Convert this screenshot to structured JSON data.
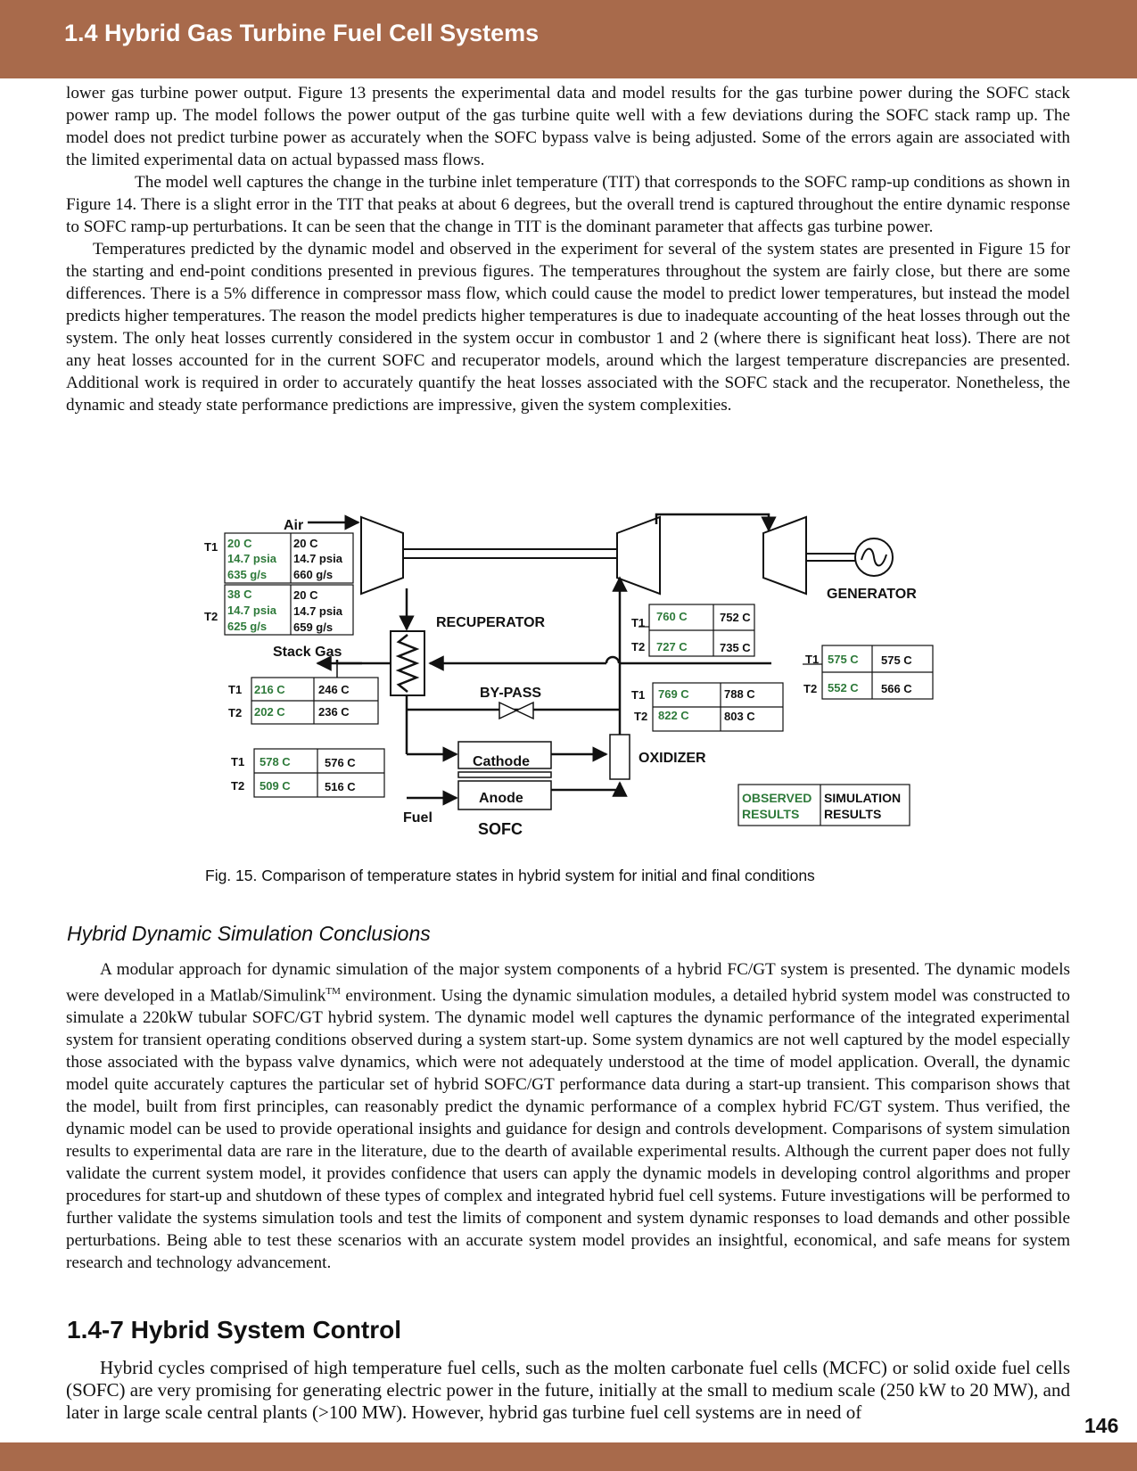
{
  "header": {
    "title": "1.4 Hybrid Gas Turbine Fuel Cell Systems"
  },
  "paragraphs_top": [
    "lower gas turbine power output.  Figure 13 presents the experimental data and model results for the gas turbine power during the SOFC stack power ramp up.  The model follows the power output of the gas turbine quite well with a few deviations during the SOFC stack ramp up.   The model does not predict turbine power as accurately when the SOFC bypass valve is being adjusted.  Some of the errors again are associated with the limited experimental data on actual bypassed mass flows.",
    "The model well captures the change in the turbine inlet temperature (TIT) that corresponds to the SOFC ramp-up conditions as shown in Figure 14.  There is a slight error in the TIT that peaks at about 6 degrees, but the overall trend is captured throughout the entire dynamic response to SOFC ramp-up perturbations.  It can be seen that the change in TIT is the dominant parameter that affects gas turbine power.",
    "Temperatures predicted by the dynamic model and observed in the experiment for several of the system states are presented in Figure 15 for the starting and end-point conditions presented in previous figures.  The temperatures throughout the system are fairly close, but there are some differences.  There is a 5% difference in compressor mass flow, which could cause the model to predict lower temperatures, but instead the model predicts higher temperatures.  The reason the model predicts higher temperatures is due to inadequate accounting of the heat losses through out the system.  The only heat losses currently considered in the system occur in combustor 1 and 2 (where there is significant heat loss).  There are not any heat losses accounted for in the current SOFC and recuperator models, around which the largest temperature discrepancies are presented.  Additional work is required in order to accurately quantify the heat losses associated with the SOFC stack and the recuperator.  Nonetheless, the dynamic and steady state performance predictions are impressive, given the system complexities."
  ],
  "figure": {
    "caption": "Fig. 15. Comparison of temperature states in hybrid system for initial and final conditions",
    "labels": {
      "air": "Air",
      "stack_gas": "Stack Gas",
      "recuperator": "RECUPERATOR",
      "bypass": "BY-PASS",
      "cathode": "Cathode",
      "anode": "Anode",
      "sofc": "SOFC",
      "fuel": "Fuel",
      "oxidizer": "OXIDIZER",
      "generator": "GENERATOR",
      "t1": "T1",
      "t2": "T2"
    },
    "legend": {
      "observed_1": "OBSERVED",
      "observed_2": "RESULTS",
      "simulation_1": "SIMULATION",
      "simulation_2": "RESULTS"
    },
    "air_inlet": {
      "t1_observed": [
        "20 C",
        "14.7 psia",
        "635 g/s"
      ],
      "t1_simulated": [
        "20 C",
        "14.7 psia",
        "660 g/s"
      ],
      "t2_observed": [
        "38 C",
        "14.7 psia",
        "625 g/s"
      ],
      "t2_simulated": [
        "20 C",
        "14.7 psia",
        "659 g/s"
      ]
    },
    "stack_gas": {
      "t1_obs": "216 C",
      "t1_sim": "246 C",
      "t2_obs": "202 C",
      "t2_sim": "236 C"
    },
    "cathode_inlet": {
      "t1_obs": "578 C",
      "t1_sim": "576 C",
      "t2_obs": "509 C",
      "t2_sim": "516 C"
    },
    "recuperator_hot_in": {
      "t1_obs": "760 C",
      "t1_sim": "752 C",
      "t2_obs": "727 C",
      "t2_sim": "735 C"
    },
    "oxidizer_out": {
      "t1_obs": "769 C",
      "t1_sim": "788 C",
      "t2_obs": "822 C",
      "t2_sim": "803 C"
    },
    "turbine_exhaust": {
      "t1_obs": "575 C",
      "t1_sim": "575 C",
      "t2_obs": "552 C",
      "t2_sim": "566 C"
    }
  },
  "conclusions": {
    "heading": "Hybrid Dynamic Simulation Conclusions",
    "p_start": "A modular approach for dynamic simulation of the major system components of a hybrid FC/GT system is presented.  The dynamic models were developed in a Matlab/Simulink",
    "tm": "TM",
    "p_rest": " environment.  Using the dynamic simulation modules, a detailed hybrid system model was constructed to simulate a 220kW tubular SOFC/GT hybrid system.  The dynamic model well captures the dynamic performance of the integrated experimental system for transient operating conditions observed during a system start-up.  Some system dynamics are not well captured by the model especially those associated with the bypass valve dynamics, which were not adequately understood at the time of model application.  Overall, the dynamic model quite accurately captures the particular set of hybrid SOFC/GT performance data during a start-up transient.  This comparison shows that the model, built from first principles, can reasonably predict the dynamic performance of a complex hybrid FC/GT system.  Thus verified, the dynamic model can be used to provide operational insights and guidance for design and controls development.  Comparisons of system simulation results to experimental data are rare in the literature, due to the dearth of available experimental results.  Although the current paper does not fully validate the current system model, it provides confidence that users can apply the dynamic models in developing control algorithms and proper procedures for start-up and shutdown of these types of complex and integrated hybrid fuel cell systems.   Future investigations will be performed to further validate the systems simulation tools and test the limits of component and system dynamic responses to load demands and other possible perturbations.  Being able to test these scenarios with an accurate system model provides an insightful, economical, and safe means for system research and technology advancement."
  },
  "control": {
    "heading": "1.4-7 Hybrid System Control",
    "p": "Hybrid cycles comprised of high temperature fuel cells, such as the molten carbonate fuel cells (MCFC) or solid oxide fuel cells (SOFC) are very promising for generating electric power in the future, initially at the small to medium scale (250 kW to 20 MW), and later in large scale central plants (>100 MW).  However, hybrid gas turbine fuel cell systems are in need of"
  },
  "page_number": "146"
}
